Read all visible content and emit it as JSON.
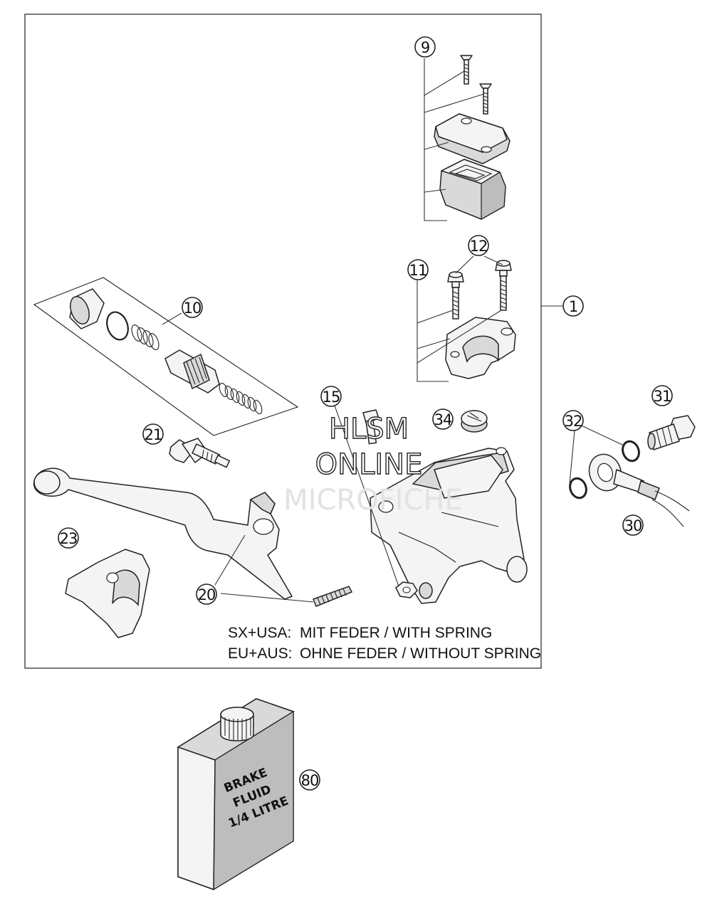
{
  "callouts": {
    "c1": "1",
    "c9": "9",
    "c10": "10",
    "c11": "11",
    "c12": "12",
    "c15": "15",
    "c20": "20",
    "c21": "21",
    "c23": "23",
    "c30": "30",
    "c31": "31",
    "c32": "32",
    "c34": "34",
    "c80": "80"
  },
  "notes": {
    "line1_region": "SX+USA:",
    "line1_text": "MIT FEDER / WITH SPRING",
    "line2_region": "EU+AUS:",
    "line2_text": "OHNE FEDER / WITHOUT SPRING"
  },
  "bottle_label": {
    "line1": "BRAKE",
    "line2": "FLUID",
    "line3": "1/4 LITRE"
  },
  "watermark": {
    "line1": "HLSM",
    "line2": "ONLINE",
    "line3": "MICROFICHE"
  }
}
